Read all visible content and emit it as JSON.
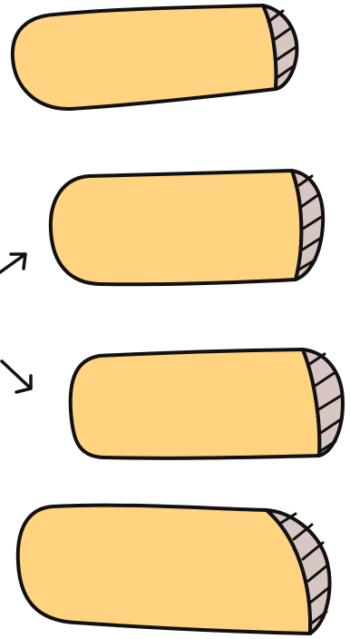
{
  "palette": {
    "background": "#ffffff",
    "tab_fill": "#ffd37f",
    "cap_fill": "#d7c6c1",
    "outline": "#111111"
  },
  "tabs": [
    {
      "name": "tab-1"
    },
    {
      "name": "tab-2"
    },
    {
      "name": "tab-3"
    },
    {
      "name": "tab-4"
    }
  ],
  "arrows": [
    {
      "name": "arrow-up-right-icon"
    },
    {
      "name": "arrow-down-right-icon"
    }
  ]
}
